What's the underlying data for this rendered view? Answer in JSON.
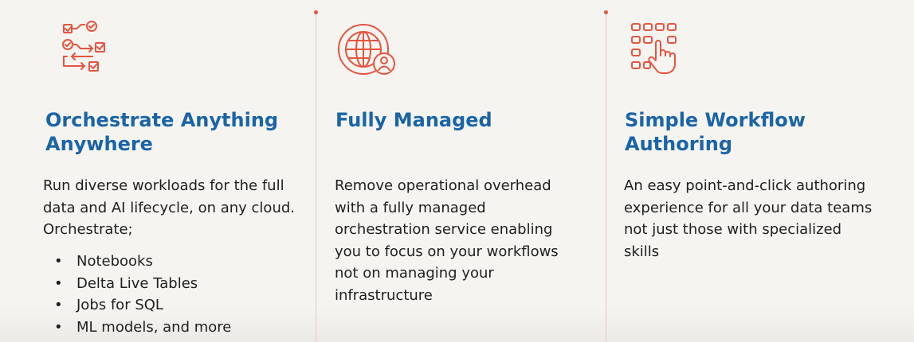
{
  "colors": {
    "accent_red": "#e4553f",
    "title_blue": "#1b64a8",
    "text": "#1f1f1f",
    "background": "#f5f4f1"
  },
  "features": [
    {
      "icon": "workflow-checklist-icon",
      "title": "Orchestrate Anything\nAnywhere",
      "description": "Run diverse workloads for the full\ndata and AI lifecycle, on any cloud.\nOrchestrate;",
      "bullets": [
        "Notebooks",
        "Delta Live Tables",
        "Jobs for SQL",
        "ML models, and more"
      ]
    },
    {
      "icon": "globe-user-icon",
      "title": "Fully Managed",
      "description": "Remove operational overhead\nwith a fully managed\norchestration service enabling\nyou to focus on your workflows\nnot on managing your\ninfrastructure"
    },
    {
      "icon": "grid-tap-icon",
      "title": "Simple Workflow\nAuthoring",
      "description": "An easy point-and-click authoring\nexperience for all your data teams\nnot just those with specialized\nskills"
    }
  ]
}
